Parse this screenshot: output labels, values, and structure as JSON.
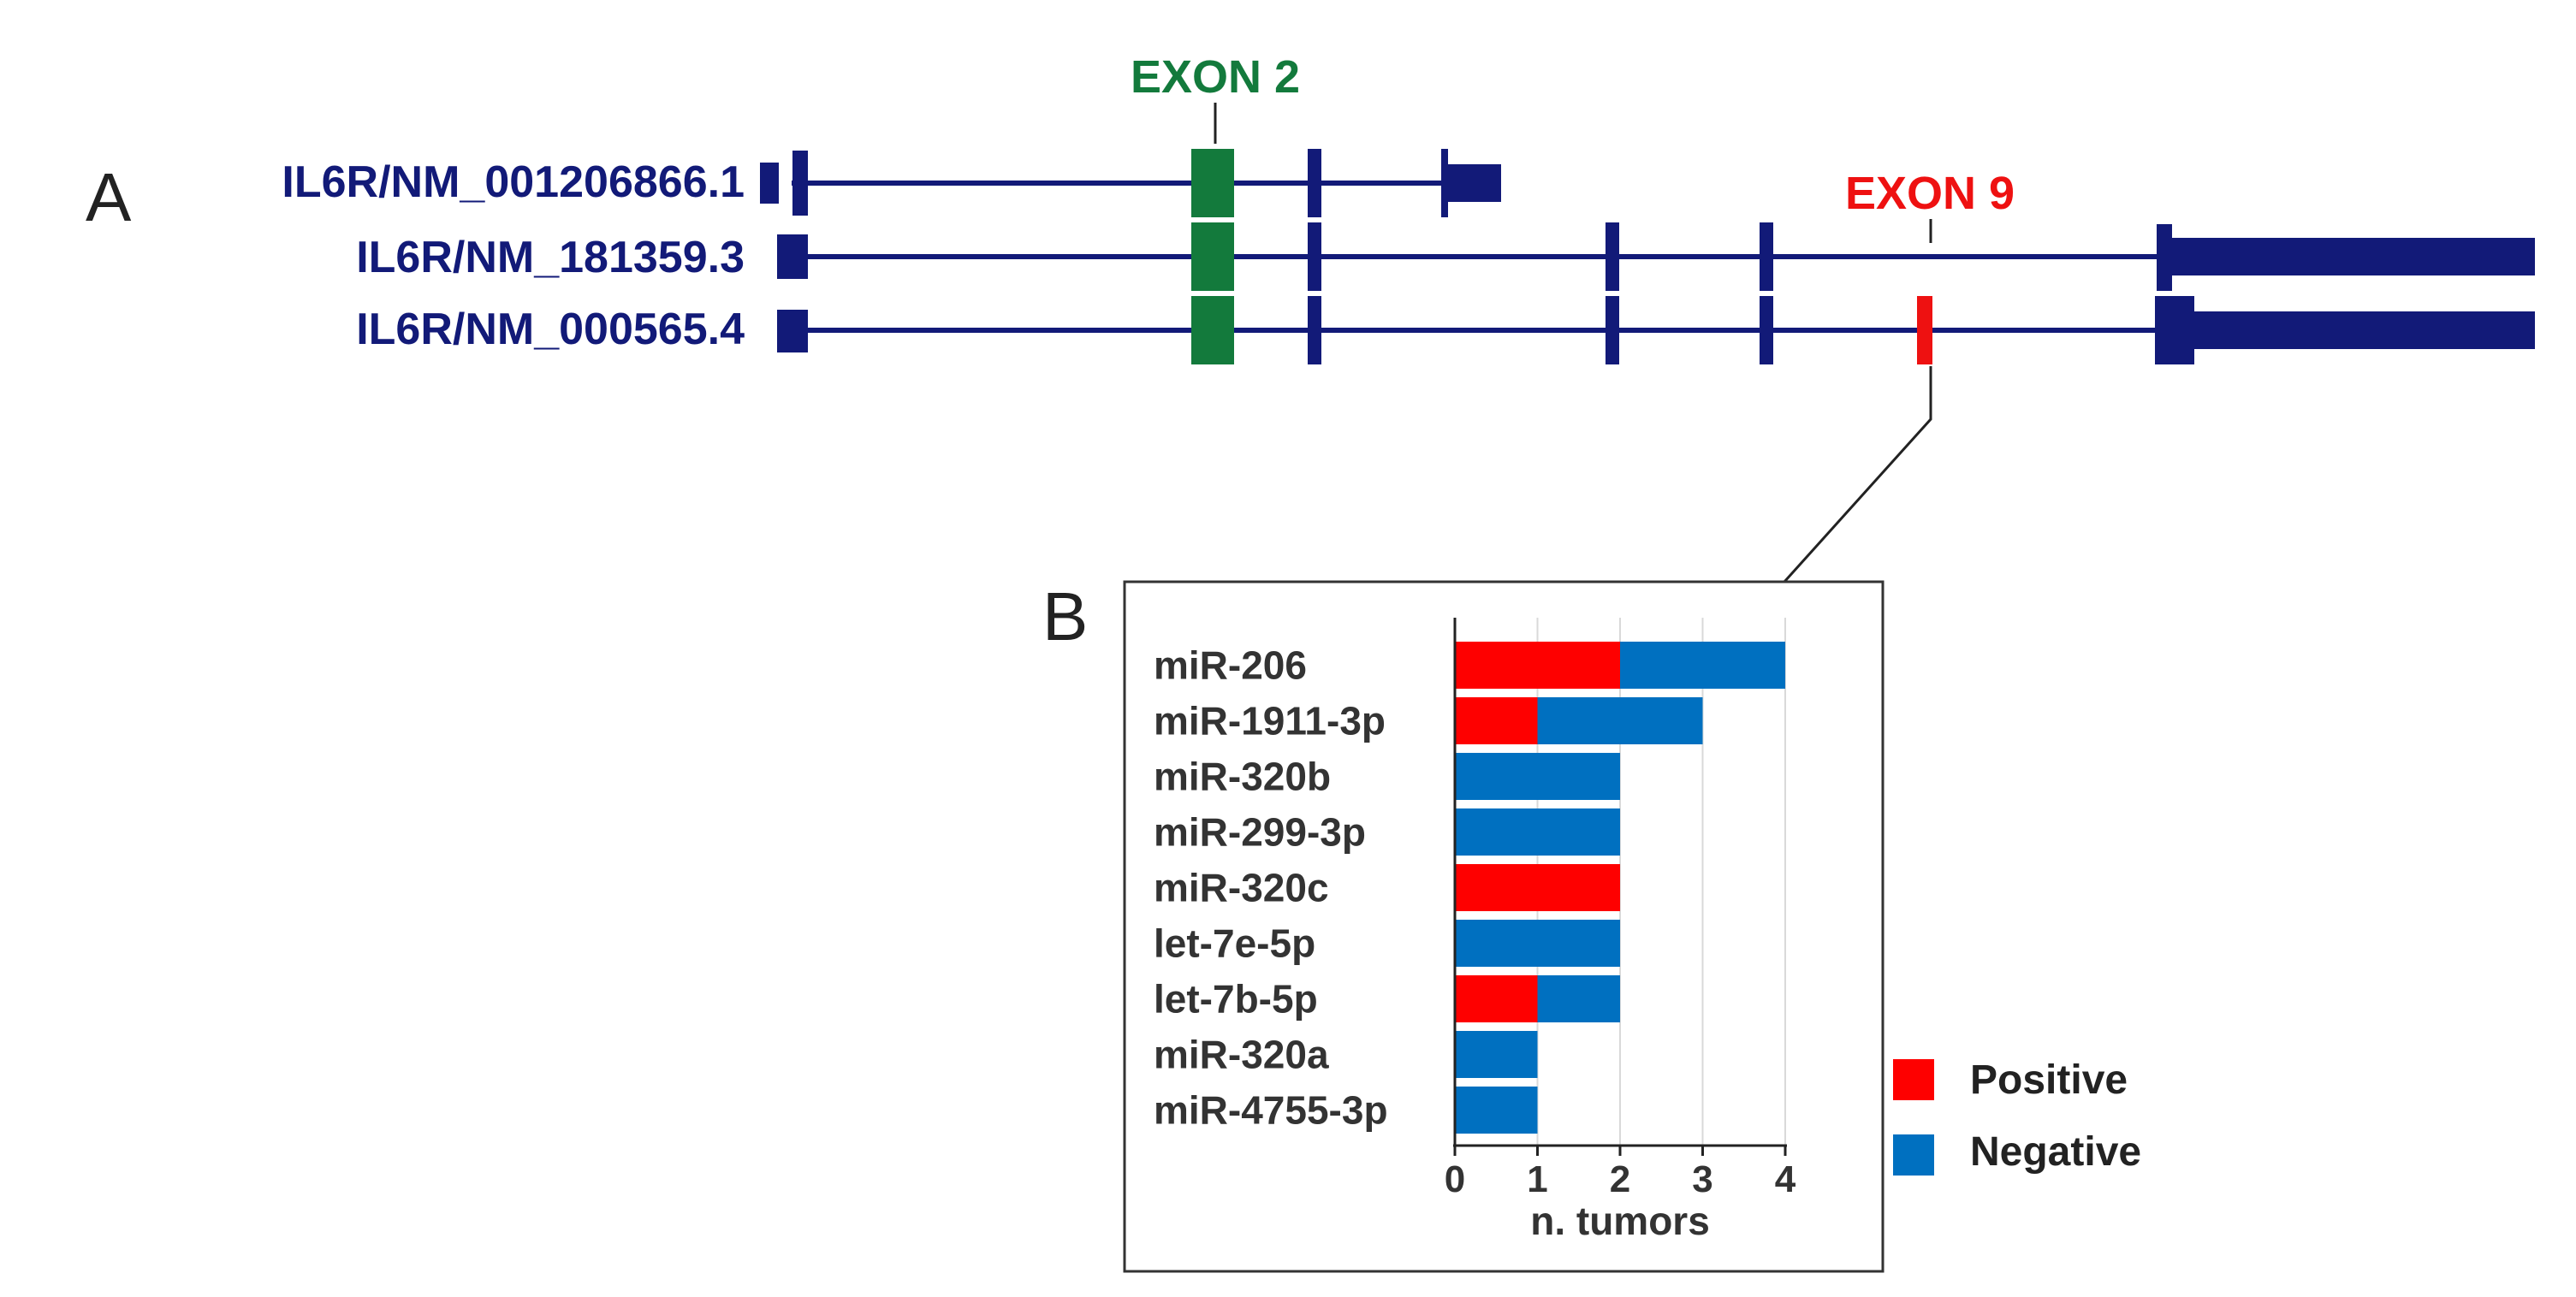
{
  "panel_a": {
    "letter": "A",
    "transcripts": [
      {
        "label": "IL6R/NM_001206866.1"
      },
      {
        "label": "IL6R/NM_181359.3"
      },
      {
        "label": "IL6R/NM_000565.4"
      }
    ],
    "exon2_label": "EXON 2",
    "exon9_label": "EXON 9"
  },
  "panel_b": {
    "letter": "B"
  },
  "chart_data": {
    "type": "bar",
    "orientation": "horizontal",
    "stacked": true,
    "categories": [
      "miR-206",
      "miR-1911-3p",
      "miR-320b",
      "miR-299-3p",
      "miR-320c",
      "let-7e-5p",
      "let-7b-5p",
      "miR-320a",
      "miR-4755-3p"
    ],
    "series": [
      {
        "name": "Positive",
        "values": [
          2,
          1,
          0,
          0,
          2,
          0,
          1,
          0,
          0
        ]
      },
      {
        "name": "Negative",
        "values": [
          2,
          2,
          2,
          2,
          0,
          2,
          1,
          1,
          1
        ]
      }
    ],
    "xlabel": "n. tumors",
    "xlim": [
      0,
      4
    ],
    "xticks": [
      "0",
      "1",
      "2",
      "3",
      "4"
    ],
    "grid": true,
    "legend_position": "right"
  },
  "colors": {
    "transcript": "#121a78",
    "exon2": "#137a3c",
    "exon9": "#ee1111",
    "positive": "#fe0000",
    "negative": "#0070c0",
    "grid": "#d9d9d9",
    "frame": "#333333"
  }
}
